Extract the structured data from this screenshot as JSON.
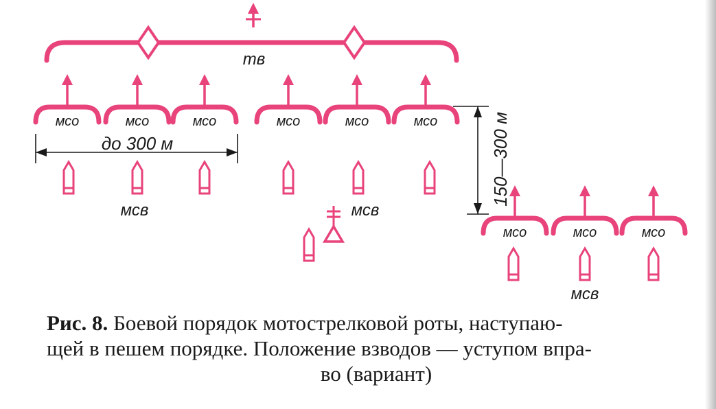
{
  "colors": {
    "symbol": "#e8437a",
    "text": "#1a1a1a"
  },
  "labels": {
    "tank_platoon": "тв",
    "squad": "мсо",
    "platoon": "мсв",
    "frontage": "до 300 м",
    "echelon_offset": "150—300 м"
  },
  "caption": {
    "fig_label": "Рис. 8.",
    "line1": "Боевой порядок мотострелковой роты, наступаю-",
    "line2": "щей в пешем порядке. Положение взводов — уступом впра-",
    "line3": "во (вариант)"
  }
}
